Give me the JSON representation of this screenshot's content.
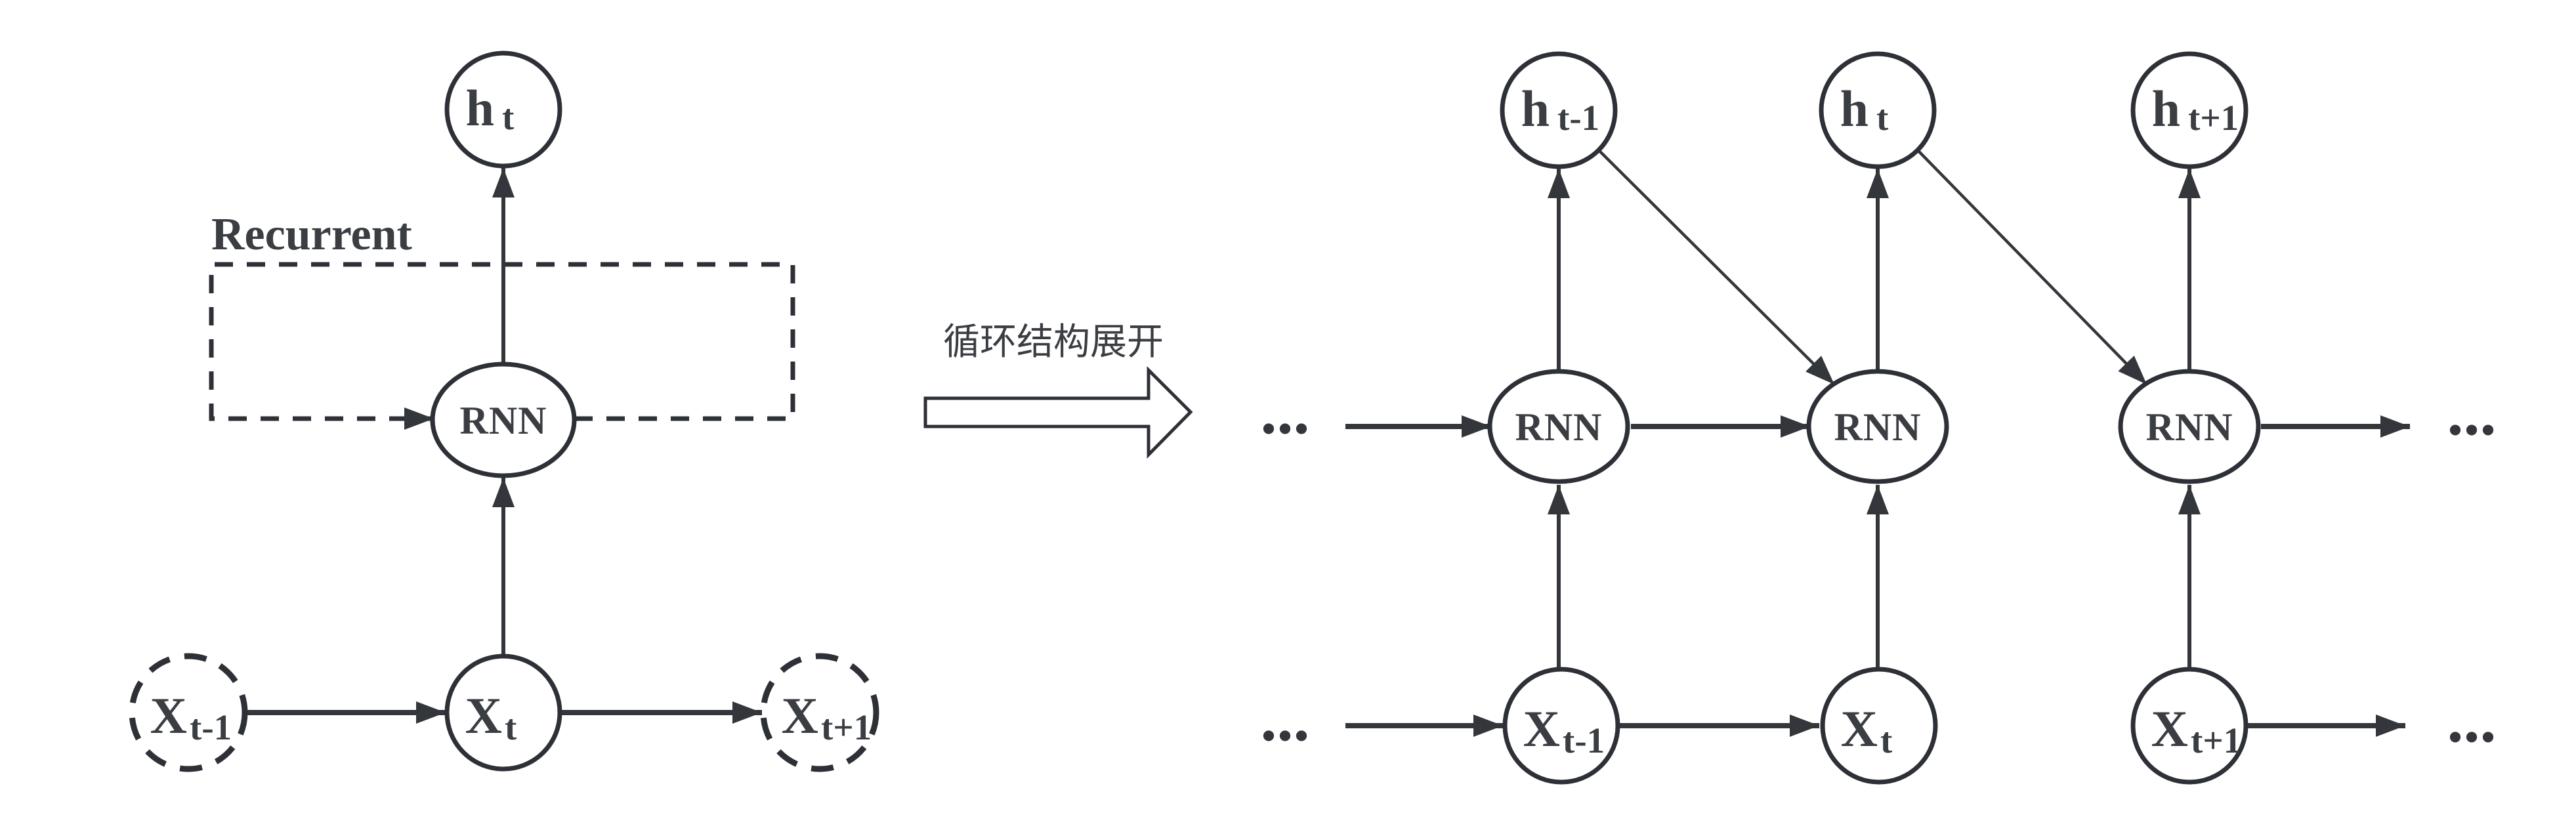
{
  "colors": {
    "ink": "#2d3036",
    "text": "#3a3d42",
    "background": "#ffffff"
  },
  "left_diagram": {
    "recurrent_label": "Recurrent",
    "h_node": {
      "main": "h",
      "sub": "t"
    },
    "rnn_label": "RNN",
    "x_node": {
      "main": "X",
      "sub": "t"
    },
    "x_prev_node": {
      "main": "X",
      "sub": "t-1"
    },
    "x_next_node": {
      "main": "X",
      "sub": "t+1"
    }
  },
  "unfold_arrow": {
    "label": "循环结构展开"
  },
  "right_diagram": {
    "ellipsis": "...",
    "columns": [
      {
        "h_main": "h",
        "h_sub": "t-1",
        "rnn": "RNN",
        "x_main": "X",
        "x_sub": "t-1"
      },
      {
        "h_main": "h",
        "h_sub": "t",
        "rnn": "RNN",
        "x_main": "X",
        "x_sub": "t"
      },
      {
        "h_main": "h",
        "h_sub": "t+1",
        "rnn": "RNN",
        "x_main": "X",
        "x_sub": "t+1"
      }
    ]
  }
}
